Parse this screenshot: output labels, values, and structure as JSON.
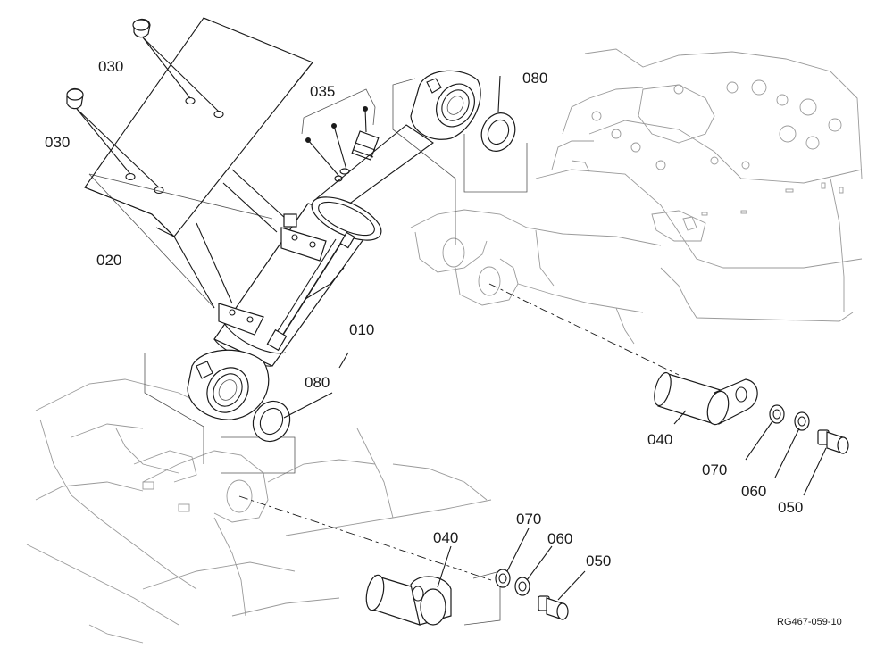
{
  "callouts": {
    "part_030_a": "030",
    "part_030_b": "030",
    "part_035": "035",
    "part_080_top": "080",
    "part_020": "020",
    "part_010": "010",
    "part_080_bottom": "080",
    "part_040_right": "040",
    "part_070_right": "070",
    "part_060_right": "060",
    "part_050_right": "050",
    "part_040_bottom": "040",
    "part_070_bottom": "070",
    "part_060_bottom": "060",
    "part_050_bottom": "050"
  },
  "reference_code": "RG467-059-10"
}
